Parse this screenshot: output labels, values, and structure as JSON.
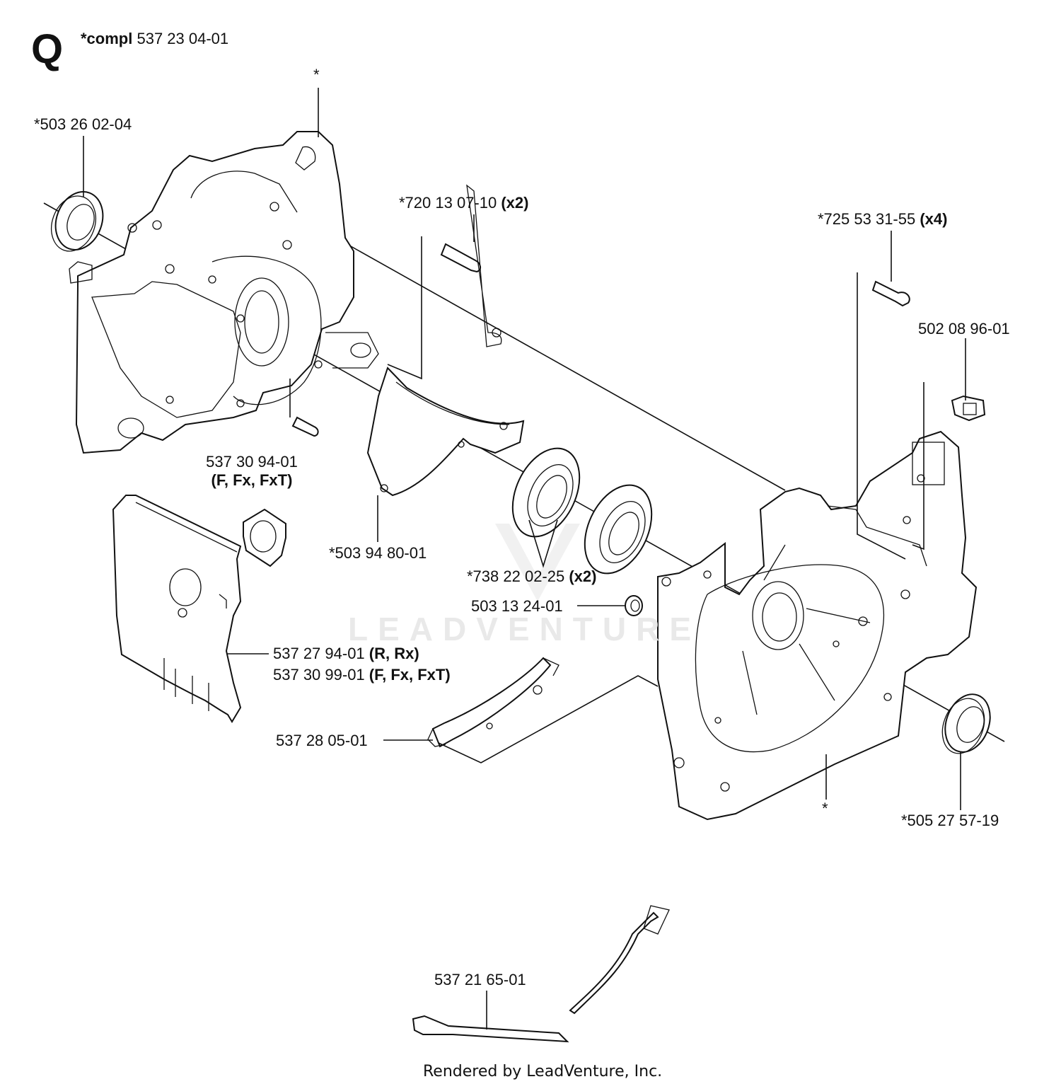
{
  "section": {
    "letter": "Q",
    "compl_word": "*compl",
    "compl_number": "537 23 04-01"
  },
  "labels": {
    "star_top": "*",
    "star_bottom": "*",
    "seal_left": "*503 26 02-04",
    "pin_num": "*720 13 07-10",
    "pin_qty": "(x2)",
    "screw_num": "*725 53 31-55",
    "screw_qty": "(x4)",
    "nut": "502 08 96-01",
    "spacer_num": "537 30 94-01",
    "spacer_variant": "(F, Fx, FxT)",
    "gasket": "*503 94 80-01",
    "bearing_num": "*738 22 02-25",
    "bearing_qty": "(x2)",
    "grommet": "503 13 24-01",
    "plate_a_num": "537 27 94-01",
    "plate_a_variant": "(R, Rx)",
    "plate_b_num": "537 30 99-01",
    "plate_b_variant": "(F, Fx, FxT)",
    "clamp": "537 28 05-01",
    "seal_right": "*505 27 57-19",
    "cable": "537 21 65-01"
  },
  "watermark": "LEADVENTURE",
  "footer": "Rendered by LeadVenture, Inc."
}
